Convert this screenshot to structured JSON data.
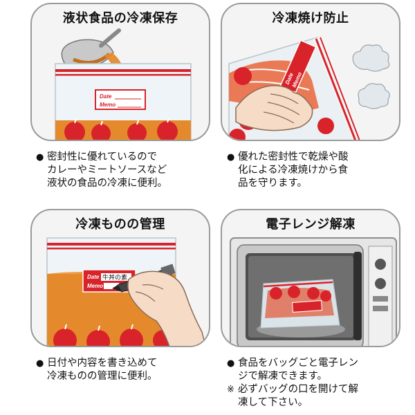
{
  "panels": [
    {
      "title": "液状食品の冷凍保存",
      "label_lines": [
        "Date",
        "Memo"
      ],
      "bullet": "●",
      "lines": [
        "密封性に優れているので",
        "カレーやミートソースなど",
        "液状の食品の冷凍に便利。"
      ]
    },
    {
      "title": "冷凍焼け防止",
      "label_lines": [
        "Date",
        "Memo"
      ],
      "bullet": "●",
      "lines": [
        "優れた密封性で乾燥や酸",
        "化による冷凍焼けから食",
        "品を守ります。"
      ]
    },
    {
      "title": "冷凍ものの管理",
      "label_lines": [
        "Date",
        "Memo"
      ],
      "label_written": "牛丼の素",
      "bullet": "●",
      "lines": [
        "日付や内容を書き込めて",
        "冷凍ものの管理に便利。"
      ]
    },
    {
      "title": "電子レンジ解凍",
      "bullet": "●",
      "lines": [
        "食品をバッグごと電子レン",
        "ジで解凍できます。"
      ],
      "note_mark": "※",
      "note_lines": [
        "必ずバッグの口を開けて解",
        "凍して下さい。"
      ]
    }
  ],
  "colors": {
    "accent": "#d8232a",
    "border": "#9a9a9a",
    "panel_bg": "#f4f4f4",
    "soup": "#e58a2c"
  },
  "icons": [
    "ladle-icon",
    "apple-icon",
    "hand-icon",
    "steam-icon",
    "marker-pen-icon",
    "microwave-icon"
  ]
}
